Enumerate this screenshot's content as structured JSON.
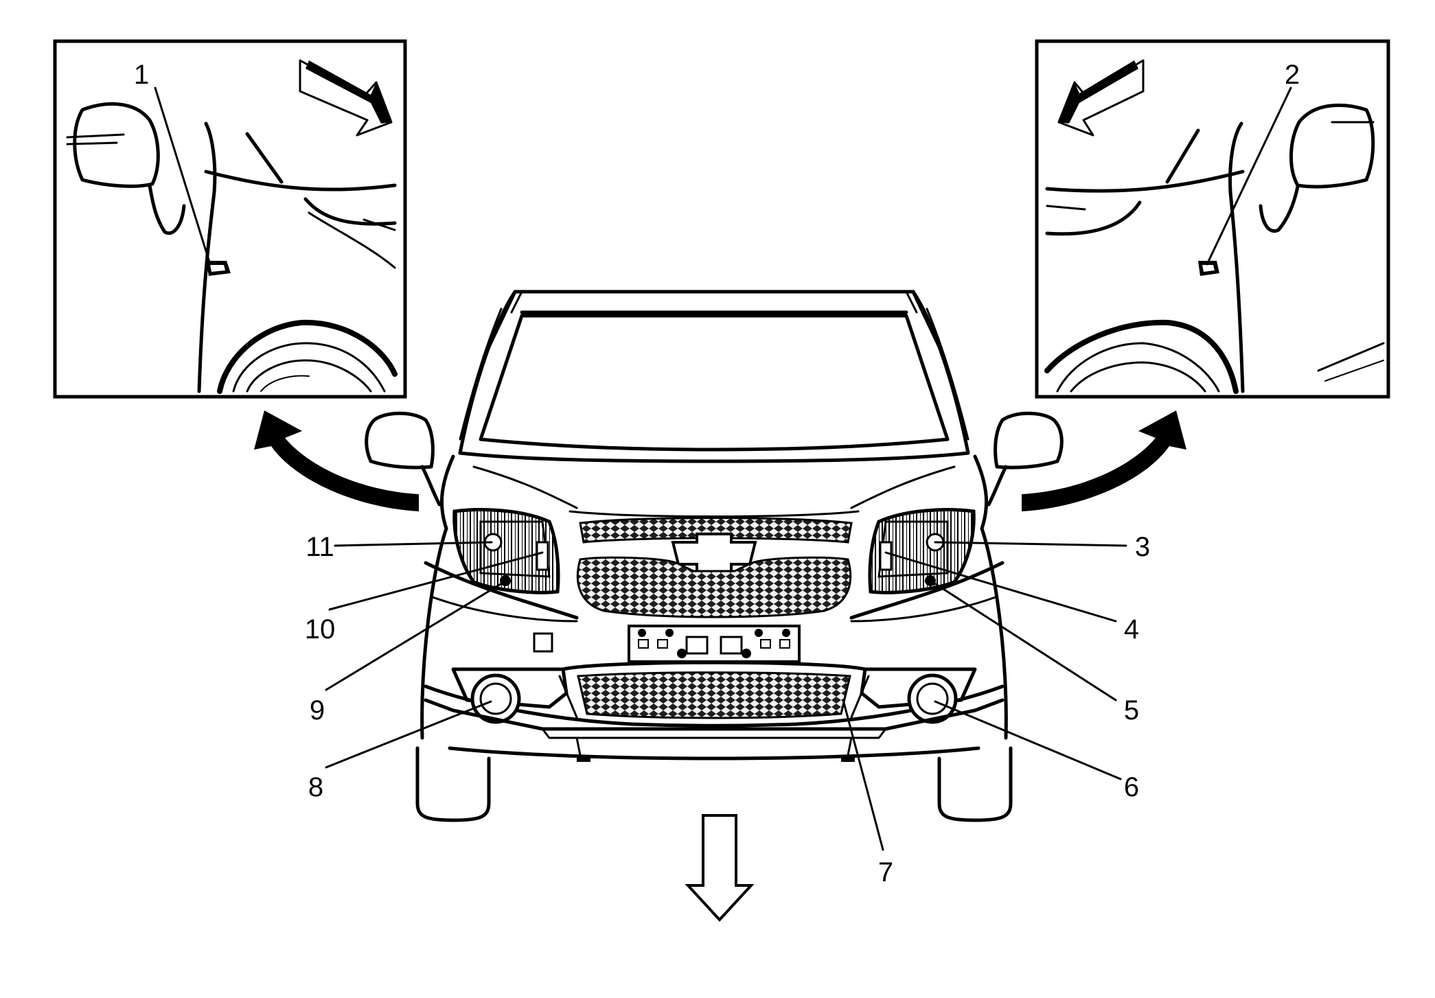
{
  "figure": {
    "callouts": [
      {
        "id": "c1",
        "text": "1"
      },
      {
        "id": "c2",
        "text": "2"
      },
      {
        "id": "c3",
        "text": "3"
      },
      {
        "id": "c4",
        "text": "4"
      },
      {
        "id": "c5",
        "text": "5"
      },
      {
        "id": "c6",
        "text": "6"
      },
      {
        "id": "c7",
        "text": "7"
      },
      {
        "id": "c8",
        "text": "8"
      },
      {
        "id": "c9",
        "text": "9"
      },
      {
        "id": "c10",
        "text": "10"
      },
      {
        "id": "c11",
        "text": "11"
      }
    ],
    "icons": {
      "view_direction_left": "view-direction-arrow-icon",
      "view_direction_right": "view-direction-arrow-icon",
      "curved_left": "curved-arrow-icon",
      "curved_right": "curved-arrow-icon",
      "forward": "forward-direction-arrow-icon"
    },
    "colors": {
      "line": "#000000",
      "background": "#ffffff"
    }
  }
}
